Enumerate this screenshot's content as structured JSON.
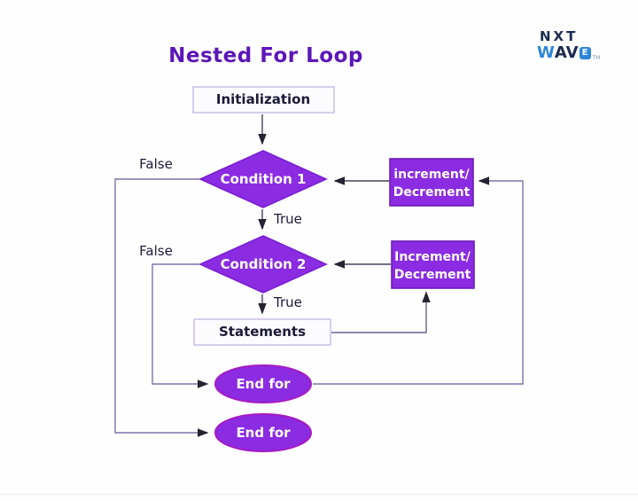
{
  "title": "Nested For Loop",
  "logo": {
    "nxt": "NXT",
    "w": "W",
    "av": "AV",
    "e": "E",
    "tm": "TM"
  },
  "nodes": {
    "initialization": "Initialization",
    "condition1": "Condition 1",
    "condition2": "Condition 2",
    "statements": "Statements",
    "incdec_outer": {
      "line1": "increment/",
      "line2": "Decrement"
    },
    "incdec_inner": {
      "line1": "Increment/",
      "line2": "Decrement"
    },
    "endfor_inner": "End for",
    "endfor_outer": "End for"
  },
  "edge_labels": {
    "false_outer": "False",
    "true_outer": "True",
    "false_inner": "False",
    "true_inner": "True"
  },
  "colors": {
    "node_purple": "#8B2BE2",
    "title_purple": "#5C16B8",
    "logo_navy": "#1B2B4E",
    "logo_blue": "#2E86D8"
  }
}
